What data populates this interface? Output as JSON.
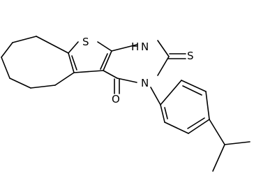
{
  "molecule": {
    "atoms": {
      "sulfur_ring": "S",
      "nitrogen_h": "H",
      "nitrogen_h_n": "N",
      "thioxo": "S",
      "nitrogen_aryl": "N",
      "oxygen": "O"
    },
    "colors": {
      "stroke": "#000000",
      "background": "#ffffff"
    }
  }
}
